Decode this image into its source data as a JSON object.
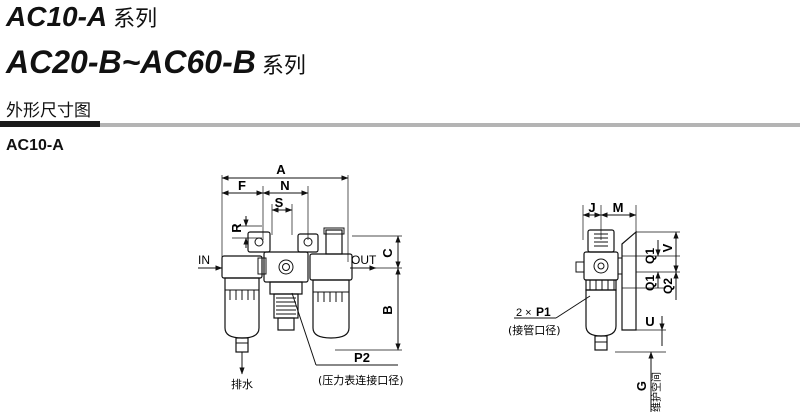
{
  "header": {
    "title_line1_model": "AC10-A",
    "title_line1_suffix": "系列",
    "title_line2_model": "AC20-B~AC60-B",
    "title_line2_suffix": "系列",
    "section_title": "外形尺寸图",
    "model_label": "AC10-A"
  },
  "front_view": {
    "dims": {
      "A": "A",
      "F": "F",
      "N": "N",
      "S": "S",
      "R": "R",
      "C": "C",
      "B": "B",
      "P2": "P2"
    },
    "labels": {
      "inlet": "IN",
      "outlet": "OUT",
      "drain": "排水",
      "gauge_port": "(压力表连接口径)"
    }
  },
  "side_view": {
    "dims": {
      "J": "J",
      "M": "M",
      "V": "V",
      "Q1": "Q1",
      "Q2": "Q2",
      "U": "U",
      "G": "G"
    },
    "labels": {
      "port_count": "2 ×",
      "port_symbol": "P1",
      "port_note": "(接管口径)",
      "maintenance": "维护空间"
    }
  },
  "colors": {
    "accent_bar": "#1a1a1a",
    "rule_bar": "#b4b4b4",
    "line": "#111111"
  }
}
